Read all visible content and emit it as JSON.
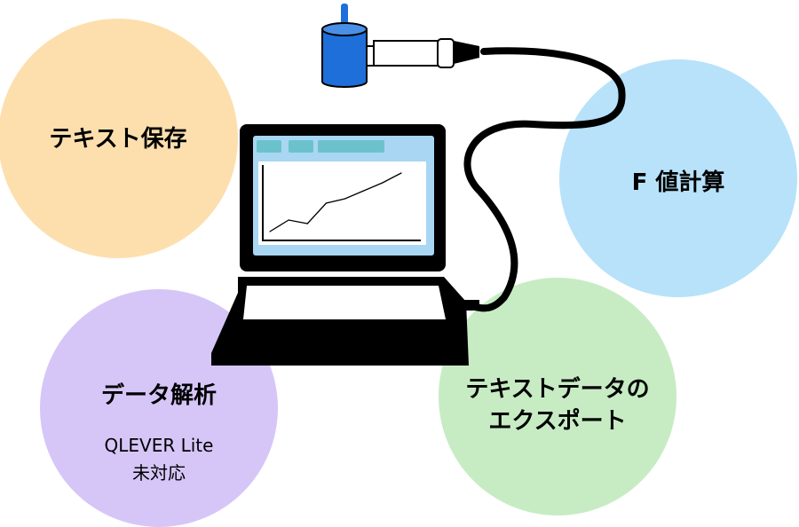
{
  "colors": {
    "orange": "#FDDFAE",
    "blue": "#B7E2FA",
    "purple": "#D6C6F8",
    "green": "#C7ECC4",
    "screen_blue": "#A9D6F3",
    "tab_teal": "#6BC2CC",
    "sensor_blue": "#1E6FD9"
  },
  "features": {
    "save": {
      "label": "テキスト保存"
    },
    "fvalue": {
      "label": "F 値計算"
    },
    "analysis": {
      "label": "データ解析",
      "note_line1": "QLEVER Lite",
      "note_line2": "未対応"
    },
    "export": {
      "line1": "テキストデータの",
      "line2": "エクスポート"
    }
  },
  "icons": [
    "temperature-sensor-icon",
    "laptop-icon",
    "line-chart-icon",
    "cable-icon"
  ],
  "chart_data": {
    "type": "line",
    "x": [
      1,
      2,
      3,
      4,
      5,
      6,
      7,
      8
    ],
    "values": [
      1,
      2.3,
      1.9,
      4.2,
      4.7,
      5.6,
      6.5,
      7.6
    ],
    "ylim": [
      0,
      8.5
    ],
    "xlabel": "",
    "ylabel": "",
    "title": ""
  }
}
